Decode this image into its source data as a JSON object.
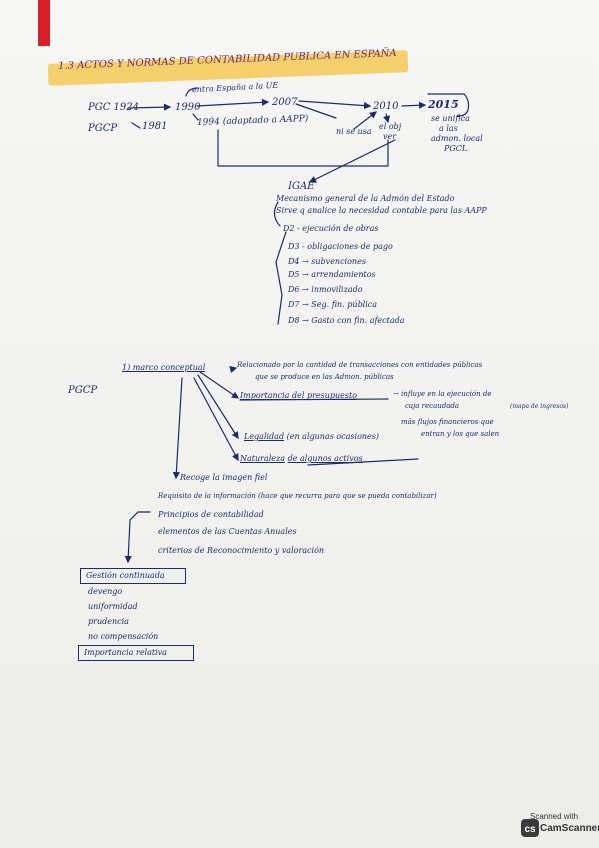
{
  "scanner": {
    "top": "Scanned with",
    "name": "CamScanner"
  },
  "title": "1.3 ACTOS Y NORMAS DE CONTABILIDAD PUBLICA EN ESPAÑA",
  "timeline": {
    "pgc": "PGC 1924",
    "y1990": "1990",
    "entra": "entra España a la UE",
    "y2007": "2007",
    "y2010": "2010",
    "y2015": "2015",
    "y1994": "1994 (adaptado a AAPP)",
    "pgcp": "PGCP",
    "y1981": "1981",
    "ni_se": "ni se usa",
    "ni_obj": "el obj",
    "y_ver": "ver",
    "se_unifica": "se unifica",
    "a_las": "a las",
    "admon": "admon. local",
    "pgcl": "PGCL"
  },
  "igae": {
    "heading": "IGAE",
    "l1": "Mecanismo general de la Admón del Estado",
    "l2": "Sirve q analice la necesidad contable para las AAPP",
    "items": [
      "D2 - ejecución de obras",
      "D3 - obligaciones de pago",
      "D4 → subvenciones",
      "D5 → arrendamientos",
      "D6 → inmovilizado",
      "D7 → Seg. fin. pública",
      "D8 → Gasto con fin. afectada"
    ]
  },
  "pgcp_section": {
    "side": "PGCP",
    "marco": "1) marco conceptual",
    "marco_rel": "Relacionado por la cantidad de transacciones con entidades públicas",
    "marco_rel2": "que se produce en las Admon. públicas",
    "importancia": "Importancia del presupuesto",
    "imp_arrow": "→ influye en la ejecución de",
    "imp_2": "caja recaudada",
    "imp_paren": "(mapa de ingresos)",
    "imp_3": "más flujos financieros que",
    "imp_4": "entran y los que salen",
    "legalidad": "Legalidad",
    "legalidad_rest": "(en algunas ocasiones)",
    "naturaleza": "Naturaleza",
    "naturaleza_rest": "de algunos activos",
    "recoge": "Recoge la imagen fiel",
    "requisito": "Requisito de la información (hace que recurra para que se pueda contabilizar)",
    "principios": "Principios de contabilidad",
    "elementos": "elementos de las Cuentas Anuales",
    "criterios": "criterios de Reconocimiento y valoración",
    "list": [
      "Gestión continuada",
      "devengo",
      "uniformidad",
      "prudencia",
      "no compensación"
    ],
    "last": "Importancia relativa"
  }
}
